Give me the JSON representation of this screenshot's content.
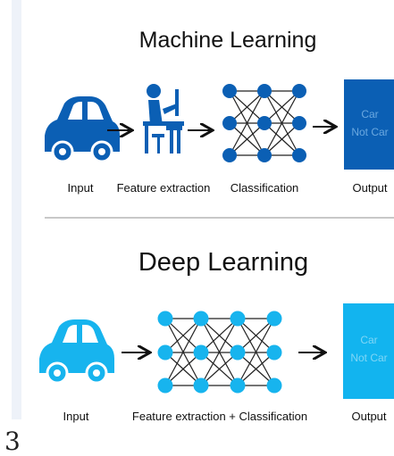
{
  "page_number": "3",
  "colors": {
    "ml_blue": "#0b5fb4",
    "dl_cyan": "#17b4ee",
    "ml_output_bg": "#0b5fb4",
    "ml_output_text": "#6aa8e0",
    "dl_output_bg": "#12b4ef",
    "dl_output_text": "#7fd6f6",
    "arrow": "#111111",
    "divider": "#c8c8c8"
  },
  "machine_learning": {
    "title": "Machine Learning",
    "input_label": "Input",
    "feature_label": "Feature extraction",
    "classification_label": "Classification",
    "output_label": "Output",
    "output_line1": "Car",
    "output_line2": "Not Car",
    "icons": [
      "car-icon",
      "person-at-desk-icon",
      "neural-network-icon"
    ]
  },
  "deep_learning": {
    "title": "Deep Learning",
    "input_label": "Input",
    "feature_classification_label": "Feature extraction + Classification",
    "output_label": "Output",
    "output_line1": "Car",
    "output_line2": "Not Car",
    "icons": [
      "car-icon",
      "neural-network-icon"
    ]
  }
}
